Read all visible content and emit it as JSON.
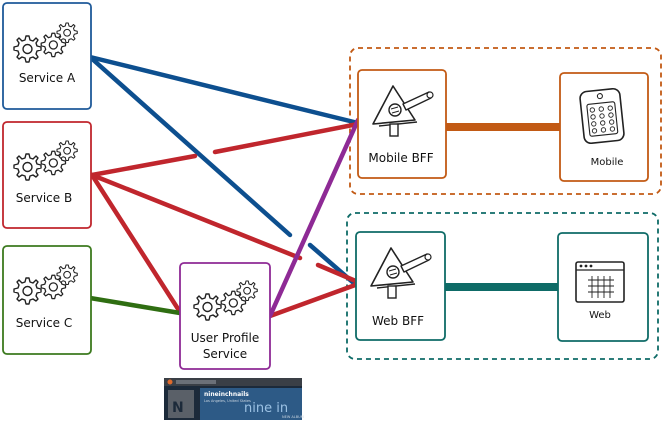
{
  "nodes": {
    "service_a": {
      "label": "Service A",
      "color": "#1f5a99"
    },
    "service_b": {
      "label": "Service B",
      "color": "#c0262d"
    },
    "service_c": {
      "label": "Service C",
      "color": "#3c7a1e"
    },
    "user_profile": {
      "label_line1": "User Profile",
      "label_line2": "Service",
      "color": "#8e2a95"
    },
    "mobile_bff": {
      "label": "Mobile BFF",
      "color": "#c25a14"
    },
    "web_bff": {
      "label": "Web BFF",
      "color": "#0e6b67"
    },
    "mobile_client": {
      "label": "Mobile",
      "color": "#c25a14"
    },
    "web_client": {
      "label": "Web",
      "color": "#0e6b67"
    }
  },
  "thumbnail": {
    "site_name": "nineinchnails",
    "site_sub": "Los Angeles, United States",
    "banner_text": "nine in",
    "caption": "NEW ALBUM"
  },
  "colors": {
    "blue": "#0d4f8f",
    "red": "#c0262d",
    "green": "#2f6e12",
    "purple": "#8e2a95",
    "orange": "#c25a14",
    "teal": "#0e6b67"
  }
}
